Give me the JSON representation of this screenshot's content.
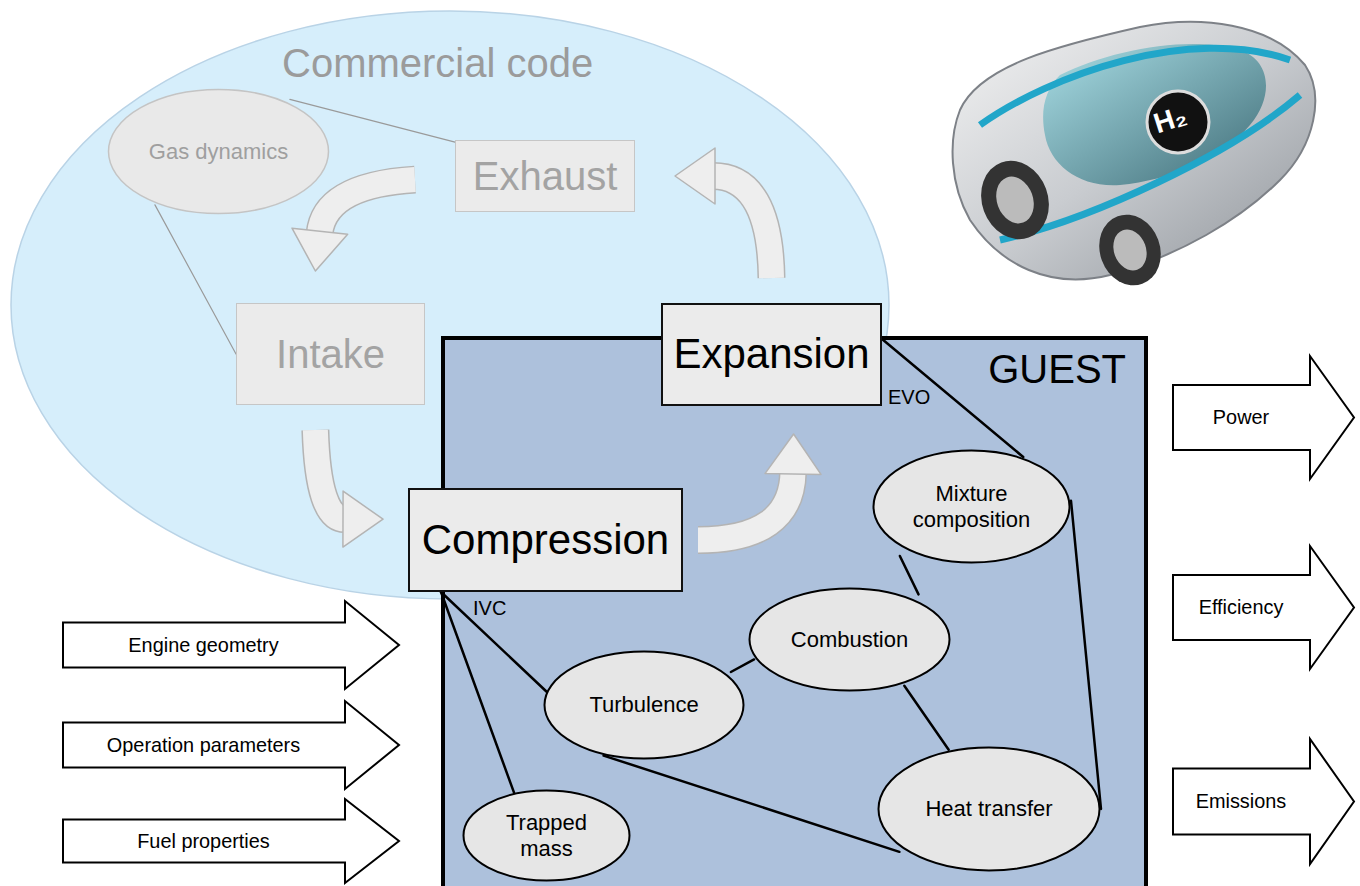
{
  "diagram": {
    "nodes": [
      {
        "text": [
          "Commercial code"
        ]
      },
      {
        "text": [
          "Gas dynamics"
        ],
        "in": 0
      },
      {
        "text": [
          "Exhaust"
        ],
        "in": 0
      },
      {
        "text": [
          "Intake"
        ],
        "in": 0
      },
      {
        "text": [
          "Expansion"
        ]
      },
      {
        "text": [
          "GUEST"
        ]
      },
      {
        "text": [
          "Mixture composition"
        ],
        "in": 5
      },
      {
        "text": [
          "Compression"
        ]
      },
      {
        "text": [
          "Combustion"
        ],
        "in": 5
      },
      {
        "text": [
          "Turbulence"
        ],
        "in": 5
      },
      {
        "text": [
          "Heat transfer"
        ],
        "in": 5
      },
      {
        "text": [
          "Trapped mass"
        ],
        "in": 5
      },
      {
        "text": [
          "Engine geometry"
        ]
      },
      {
        "text": [
          "Operation parameters"
        ]
      },
      {
        "text": [
          "Fuel properties"
        ]
      },
      {
        "text": [
          "Power"
        ]
      },
      {
        "text": [
          "Efficiency"
        ]
      },
      {
        "text": [
          "Emissions"
        ]
      }
    ],
    "edges": [
      {
        "from": 1,
        "to": 2,
        "arrow": "none"
      },
      {
        "from": 1,
        "to": 3,
        "arrow": "none"
      },
      {
        "from": 2,
        "to": 3,
        "arrow": "to"
      },
      {
        "from": 3,
        "to": 7,
        "arrow": "to"
      },
      {
        "from": 7,
        "to": 4,
        "arrow": "to"
      },
      {
        "from": 4,
        "to": 2,
        "arrow": "to"
      },
      {
        "from": 4,
        "to": 6,
        "arrow": "none"
      },
      {
        "from": 6,
        "to": 8,
        "arrow": "none"
      },
      {
        "from": 8,
        "to": 9,
        "arrow": "none"
      },
      {
        "from": 8,
        "to": 10,
        "arrow": "none"
      },
      {
        "from": 9,
        "to": 10,
        "arrow": "none"
      },
      {
        "from": 6,
        "to": 10,
        "arrow": "none"
      },
      {
        "from": 7,
        "to": 9,
        "arrow": "none"
      },
      {
        "from": 7,
        "to": 11,
        "arrow": "none"
      }
    ],
    "labels": [
      "EVO",
      "IVC",
      "H₂"
    ]
  }
}
